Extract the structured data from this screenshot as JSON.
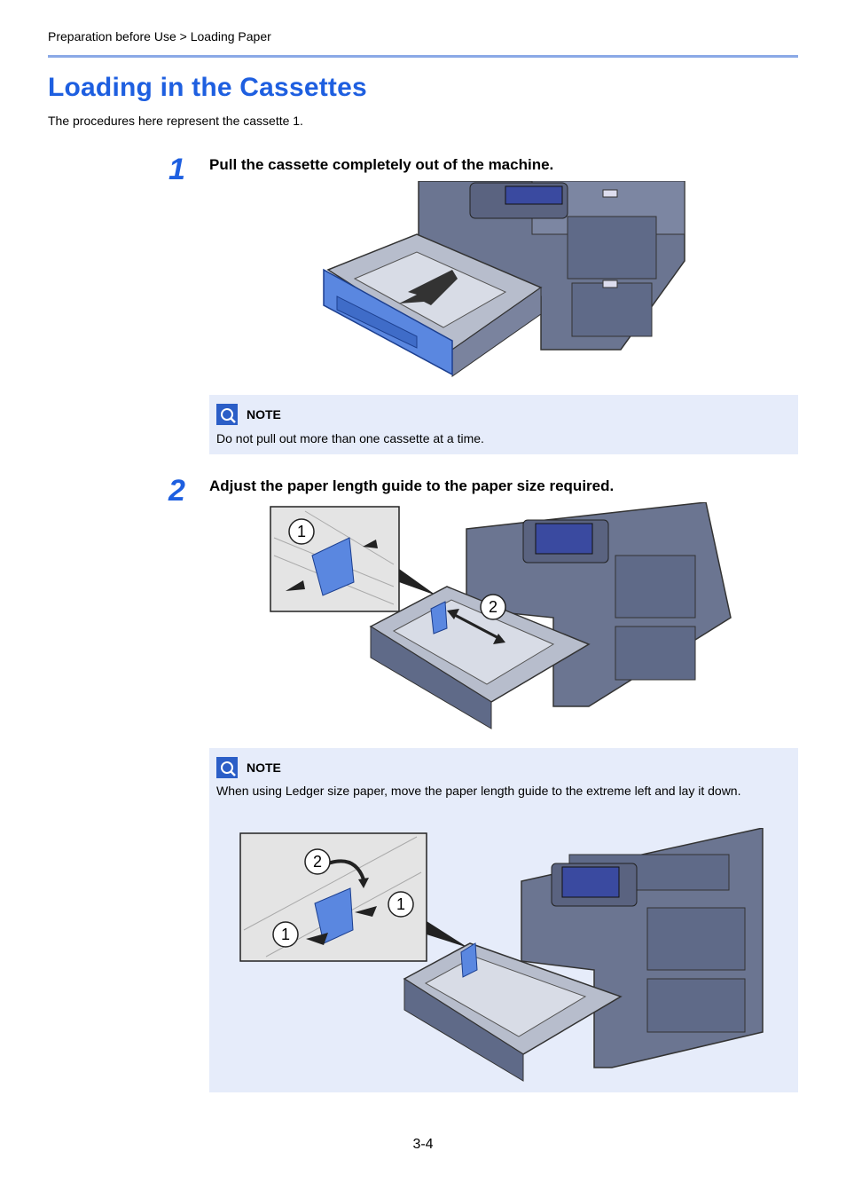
{
  "breadcrumb": "Preparation before Use > Loading Paper",
  "title": "Loading in the Cassettes",
  "intro": "The procedures here represent the cassette 1.",
  "steps": [
    {
      "number": "1",
      "title": "Pull the cassette completely out of the machine."
    },
    {
      "number": "2",
      "title": "Adjust the paper length guide to the paper size required."
    }
  ],
  "notes": [
    {
      "label": "NOTE",
      "text": "Do not pull out more than one cassette at a time."
    },
    {
      "label": "NOTE",
      "text": "When using Ledger size paper, move the paper length guide to the extreme left and lay it down."
    }
  ],
  "callouts": {
    "one": "1",
    "two": "2"
  },
  "page_number": "3-4",
  "colors": {
    "accent": "#1e5fe0",
    "rule": "#8aa9e6",
    "note_bg": "#e6ecfa",
    "machine": "#6b7591",
    "cassette_blue": "#5a87e0"
  },
  "icons": {
    "note": "note-icon",
    "arrow": "arrow-icon"
  }
}
